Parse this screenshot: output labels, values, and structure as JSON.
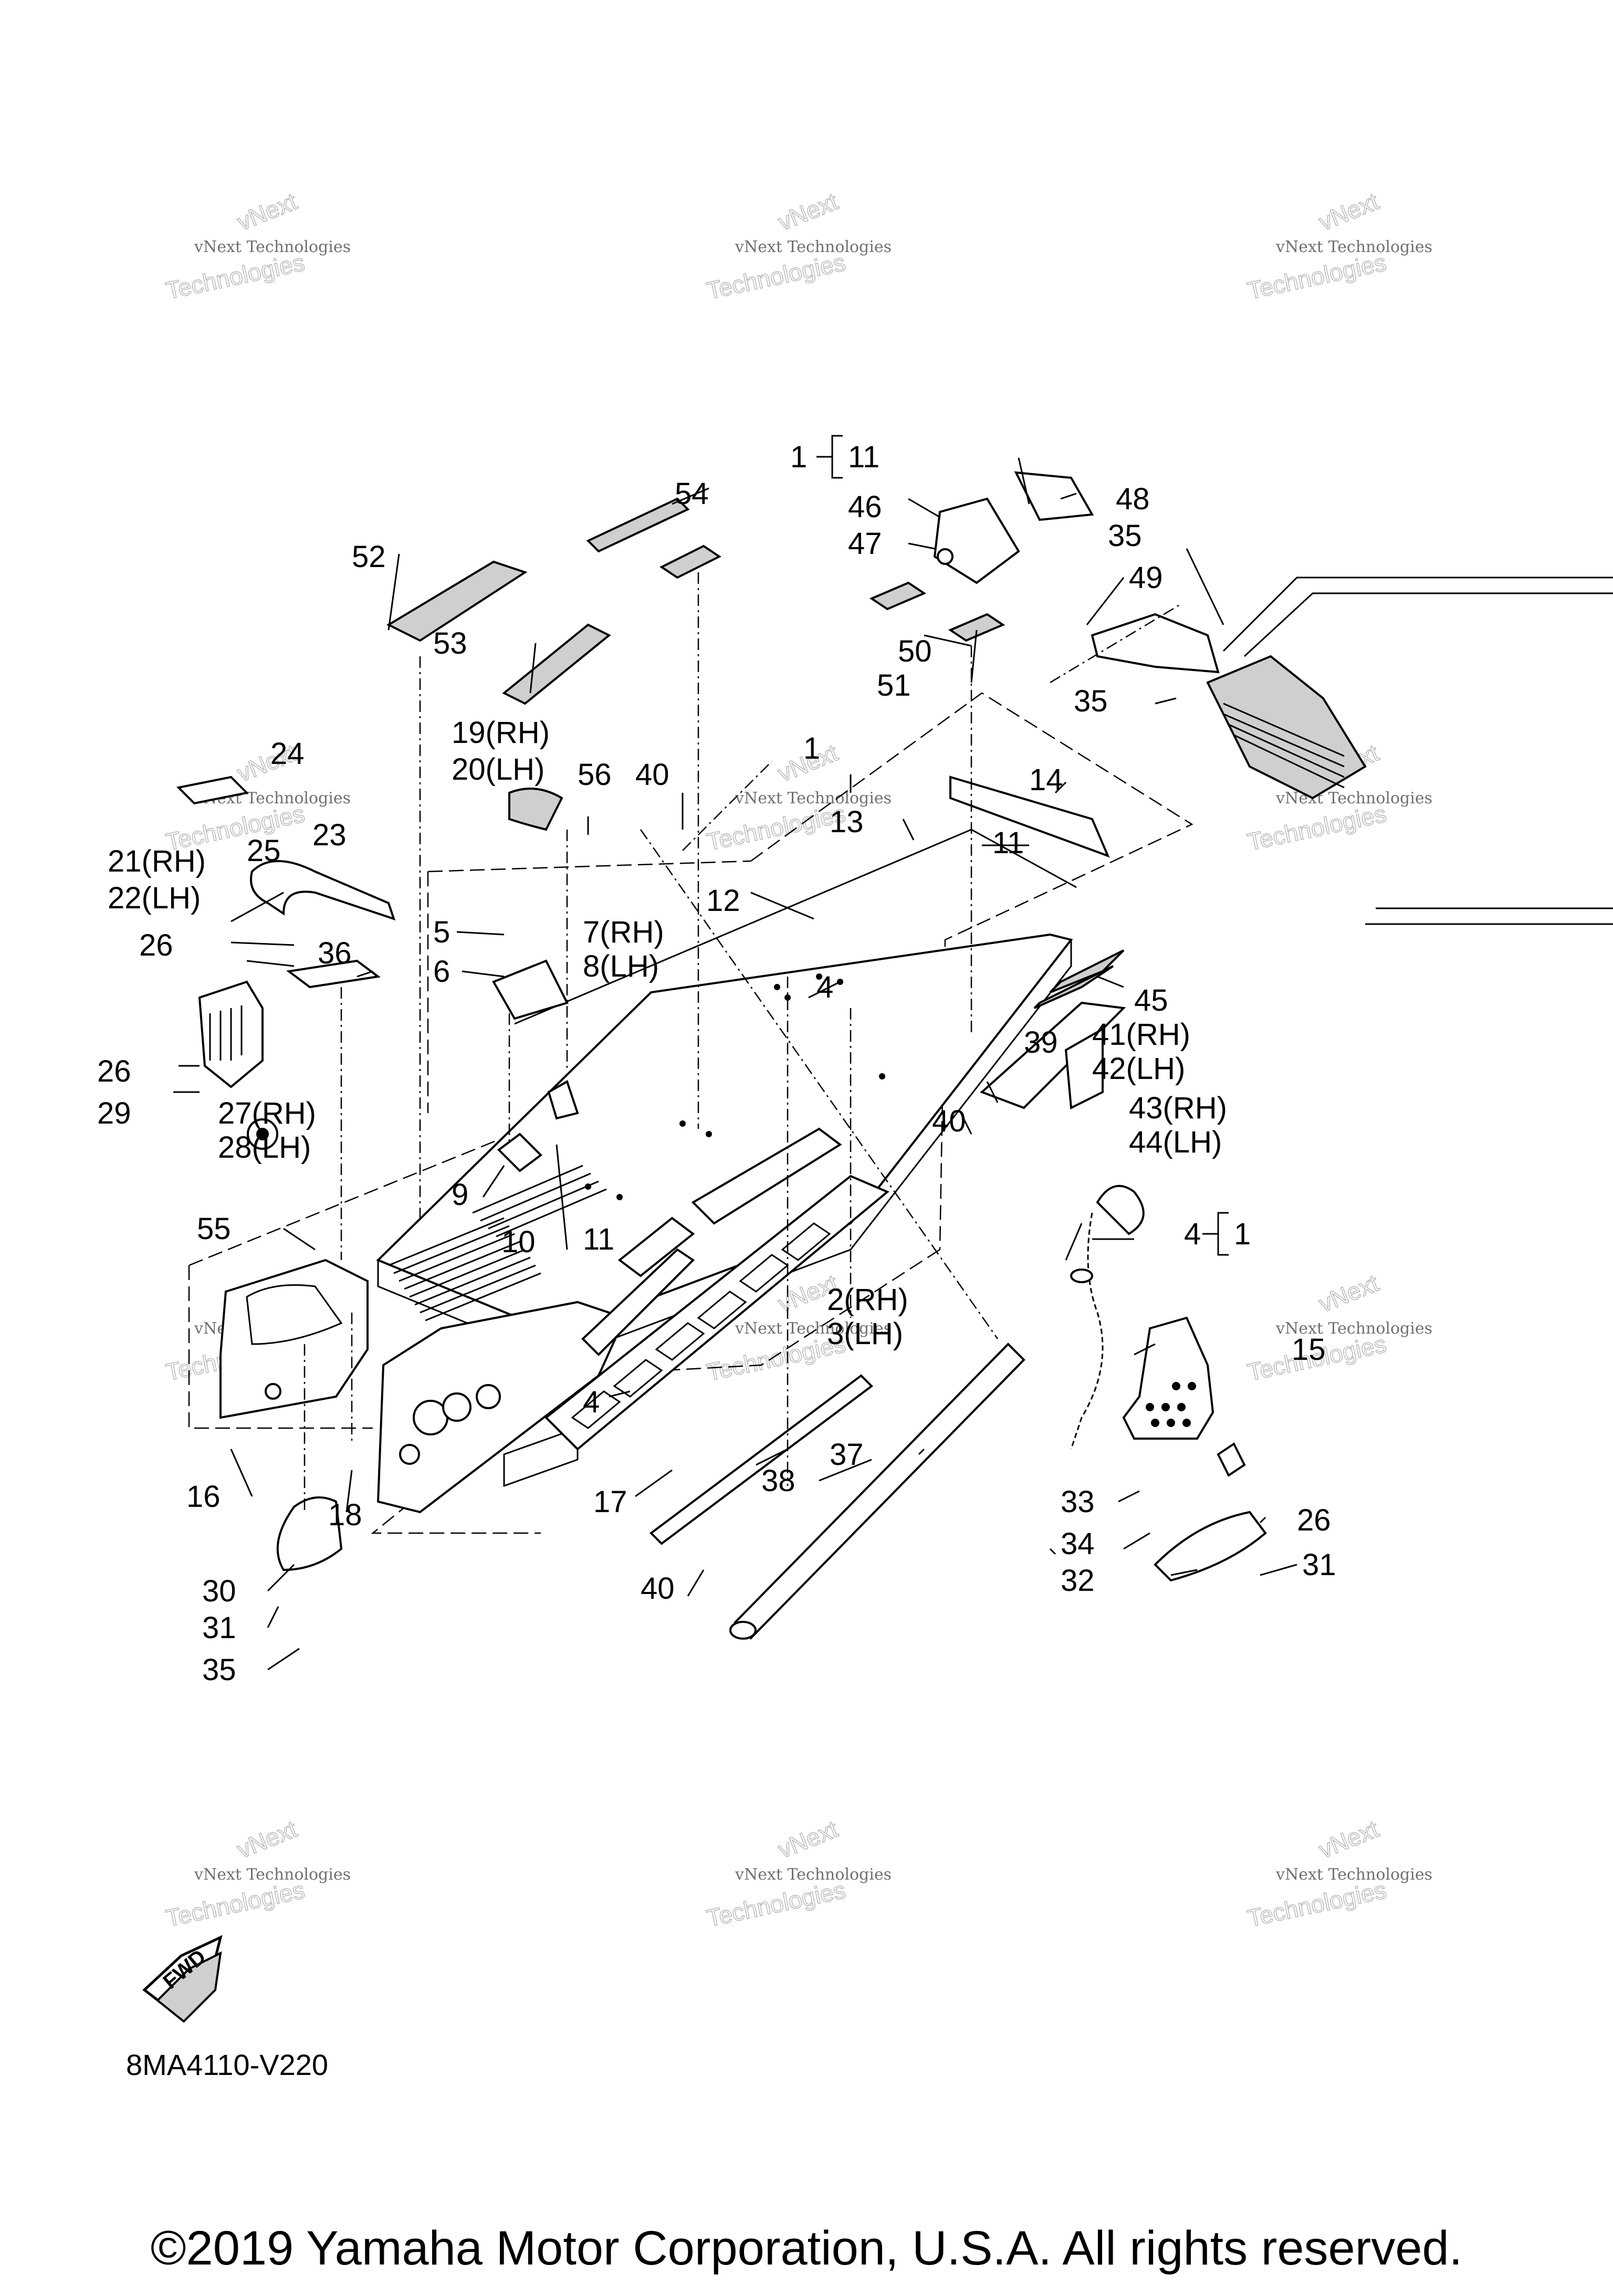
{
  "diagram": {
    "code": "8MA4110-V220",
    "copyright": "©2019 Yamaha Motor Corporation, U.S.A. All rights reserved.",
    "fwd_label": "FWD",
    "watermark_line1": "vNext Technologies",
    "watermark_line2": "vNext",
    "watermark_line3": "Technologies",
    "callouts": {
      "c1a": "1",
      "c11a": "11",
      "c48": "48",
      "c46": "46",
      "c47": "47",
      "c35a": "35",
      "c54": "54",
      "c52": "52",
      "c49": "49",
      "c53": "53",
      "c50": "50",
      "c51": "51",
      "c35b": "35",
      "c1b": "1",
      "c14": "14",
      "c19": "19(RH)",
      "c20": "20(LH)",
      "c56": "56",
      "c40a": "40",
      "c13": "13",
      "c11b": "11",
      "c24": "24",
      "c23": "23",
      "c21": "21(RH)",
      "c22": "22(LH)",
      "c25": "25",
      "c12": "12",
      "c5": "5",
      "c7": "7(RH)",
      "c8": "8(LH)",
      "c26a": "26",
      "c36": "36",
      "c6": "6",
      "c4a": "4",
      "c45": "45",
      "c39": "39",
      "c41": "41(RH)",
      "c42": "42(LH)",
      "c26b": "26",
      "c29": "29",
      "c27": "27(RH)",
      "c28": "28(LH)",
      "c43": "43(RH)",
      "c44": "44(LH)",
      "c40b": "40",
      "c9": "9",
      "c55": "55",
      "c4b": "4",
      "c1c": "1",
      "c11c": "11",
      "c10": "10",
      "c2": "2(RH)",
      "c3": "3(LH)",
      "c15": "15",
      "c4c": "4",
      "c37": "37",
      "c16": "16",
      "c18": "18",
      "c17": "17",
      "c38": "38",
      "c33": "33",
      "c26c": "26",
      "c34": "34",
      "c30": "30",
      "c32": "32",
      "c31a": "31",
      "c31b": "31",
      "c40c": "40",
      "c35c": "35"
    }
  }
}
